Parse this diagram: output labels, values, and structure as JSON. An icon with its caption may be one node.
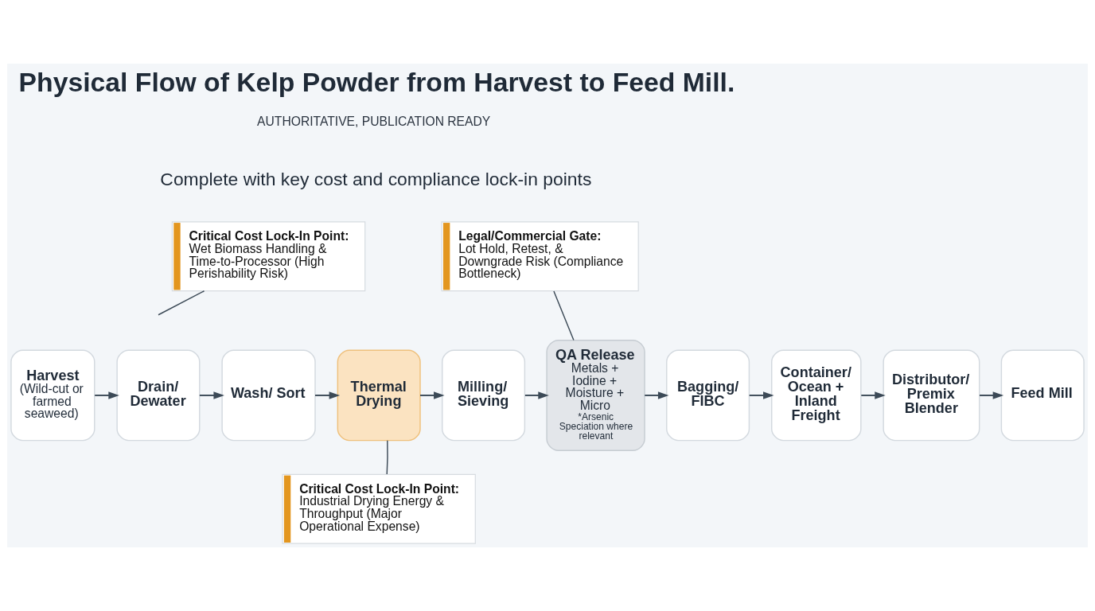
{
  "diagram": {
    "title": "Physical Flow of Kelp Powder from Harvest to Feed Mill.",
    "nodes": [
      {
        "text": [
          "Harvest",
          "(Wild-cut or farmed seaweed)"
        ]
      },
      {
        "text": [
          "Drain/ Dewater"
        ]
      },
      {
        "text": [
          "Wash/ Sort"
        ]
      },
      {
        "text": [
          "Thermal Drying"
        ]
      },
      {
        "text": [
          "Milling/ Sieving"
        ]
      },
      {
        "text": [
          "QA Release",
          "Metals + Iodine + Moisture + Micro",
          "*Arsenic Speciation where relevant"
        ]
      },
      {
        "text": [
          "Bagging/ FIBC"
        ]
      },
      {
        "text": [
          "Container/ Ocean + Inland Freight"
        ]
      },
      {
        "text": [
          "Distributor/ Premix Blender"
        ]
      },
      {
        "text": [
          "Feed Mill"
        ]
      },
      {
        "text": [
          "Critical Cost Lock-In Point:",
          "Wet Biomass Handling & Time-to-Processor (High Perishability Risk)"
        ]
      },
      {
        "text": [
          "Critical Cost Lock-In Point:",
          "Industrial Drying Energy & Throughput (Major Operational Expense)"
        ]
      },
      {
        "text": [
          "Legal/Commercial Gate:",
          "Lot Hold, Retest, & Downgrade Risk (Compliance Bottleneck)"
        ]
      }
    ],
    "edges": [
      {
        "from": 0,
        "to": 1,
        "arrow": "to"
      },
      {
        "from": 1,
        "to": 2,
        "arrow": "to"
      },
      {
        "from": 2,
        "to": 3,
        "arrow": "to"
      },
      {
        "from": 3,
        "to": 4,
        "arrow": "to"
      },
      {
        "from": 4,
        "to": 5,
        "arrow": "to"
      },
      {
        "from": 5,
        "to": 6,
        "arrow": "to"
      },
      {
        "from": 6,
        "to": 7,
        "arrow": "to"
      },
      {
        "from": 7,
        "to": 8,
        "arrow": "to"
      },
      {
        "from": 8,
        "to": 9,
        "arrow": "to"
      },
      {
        "from": 10,
        "to": null,
        "arrow": "none"
      },
      {
        "from": 11,
        "to": 3,
        "arrow": "none"
      },
      {
        "from": 12,
        "to": 5,
        "arrow": "none"
      }
    ],
    "labels": [
      "AUTHORITATIVE, PUBLICATION READY",
      "Complete with key cost and compliance lock-in points"
    ]
  }
}
